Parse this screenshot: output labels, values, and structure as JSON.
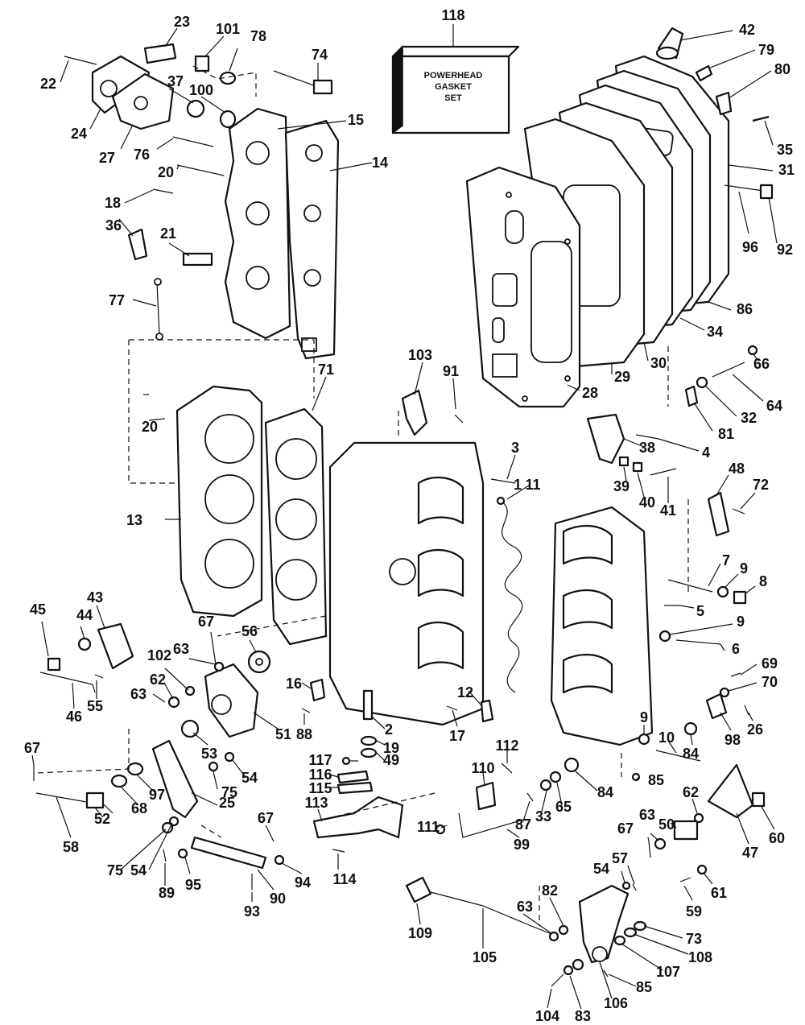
{
  "gasket_box": {
    "lines": [
      "POWERHEAD",
      "GASKET",
      "SET"
    ]
  },
  "callouts": [
    {
      "id": "118",
      "text": "118"
    },
    {
      "id": "42",
      "text": "42"
    },
    {
      "id": "79",
      "text": "79"
    },
    {
      "id": "80",
      "text": "80"
    },
    {
      "id": "35",
      "text": "35"
    },
    {
      "id": "31",
      "text": "31"
    },
    {
      "id": "96",
      "text": "96"
    },
    {
      "id": "92",
      "text": "92"
    },
    {
      "id": "86",
      "text": "86"
    },
    {
      "id": "34",
      "text": "34"
    },
    {
      "id": "30",
      "text": "30"
    },
    {
      "id": "29",
      "text": "29"
    },
    {
      "id": "28",
      "text": "28"
    },
    {
      "id": "66",
      "text": "66"
    },
    {
      "id": "64",
      "text": "64"
    },
    {
      "id": "32",
      "text": "32"
    },
    {
      "id": "81",
      "text": "81"
    },
    {
      "id": "23",
      "text": "23"
    },
    {
      "id": "101",
      "text": "101"
    },
    {
      "id": "78",
      "text": "78"
    },
    {
      "id": "74",
      "text": "74"
    },
    {
      "id": "22",
      "text": "22"
    },
    {
      "id": "37",
      "text": "37"
    },
    {
      "id": "100",
      "text": "100"
    },
    {
      "id": "15",
      "text": "15"
    },
    {
      "id": "24",
      "text": "24"
    },
    {
      "id": "27",
      "text": "27"
    },
    {
      "id": "76",
      "text": "76"
    },
    {
      "id": "20a",
      "text": "20"
    },
    {
      "id": "14",
      "text": "14"
    },
    {
      "id": "18",
      "text": "18"
    },
    {
      "id": "36",
      "text": "36"
    },
    {
      "id": "21",
      "text": "21"
    },
    {
      "id": "77",
      "text": "77"
    },
    {
      "id": "103",
      "text": "103"
    },
    {
      "id": "91",
      "text": "91"
    },
    {
      "id": "71",
      "text": "71"
    },
    {
      "id": "20b",
      "text": "20"
    },
    {
      "id": "3",
      "text": "3"
    },
    {
      "id": "11",
      "text": "11"
    },
    {
      "id": "1",
      "text": "1"
    },
    {
      "id": "38",
      "text": "38"
    },
    {
      "id": "4",
      "text": "4"
    },
    {
      "id": "39",
      "text": "39"
    },
    {
      "id": "40",
      "text": "40"
    },
    {
      "id": "41",
      "text": "41"
    },
    {
      "id": "48",
      "text": "48"
    },
    {
      "id": "72",
      "text": "72"
    },
    {
      "id": "13",
      "text": "13"
    },
    {
      "id": "7",
      "text": "7"
    },
    {
      "id": "9a",
      "text": "9"
    },
    {
      "id": "8",
      "text": "8"
    },
    {
      "id": "5",
      "text": "5"
    },
    {
      "id": "9b",
      "text": "9"
    },
    {
      "id": "6",
      "text": "6"
    },
    {
      "id": "43",
      "text": "43"
    },
    {
      "id": "45",
      "text": "45"
    },
    {
      "id": "44",
      "text": "44"
    },
    {
      "id": "67a",
      "text": "67"
    },
    {
      "id": "63a",
      "text": "63"
    },
    {
      "id": "56",
      "text": "56"
    },
    {
      "id": "102",
      "text": "102"
    },
    {
      "id": "62a",
      "text": "62"
    },
    {
      "id": "63b",
      "text": "63"
    },
    {
      "id": "55",
      "text": "55"
    },
    {
      "id": "46",
      "text": "46"
    },
    {
      "id": "16",
      "text": "16"
    },
    {
      "id": "12",
      "text": "12"
    },
    {
      "id": "69",
      "text": "69"
    },
    {
      "id": "70",
      "text": "70"
    },
    {
      "id": "88",
      "text": "88"
    },
    {
      "id": "51",
      "text": "51"
    },
    {
      "id": "2",
      "text": "2"
    },
    {
      "id": "17",
      "text": "17"
    },
    {
      "id": "19",
      "text": "19"
    },
    {
      "id": "49",
      "text": "49"
    },
    {
      "id": "98",
      "text": "98"
    },
    {
      "id": "26",
      "text": "26"
    },
    {
      "id": "9c",
      "text": "9"
    },
    {
      "id": "84a",
      "text": "84"
    },
    {
      "id": "10",
      "text": "10"
    },
    {
      "id": "67b",
      "text": "67"
    },
    {
      "id": "53",
      "text": "53"
    },
    {
      "id": "54a",
      "text": "54"
    },
    {
      "id": "117",
      "text": "117"
    },
    {
      "id": "116",
      "text": "116"
    },
    {
      "id": "115",
      "text": "115"
    },
    {
      "id": "112",
      "text": "112"
    },
    {
      "id": "110",
      "text": "110"
    },
    {
      "id": "85a",
      "text": "85"
    },
    {
      "id": "75a",
      "text": "75"
    },
    {
      "id": "97",
      "text": "97"
    },
    {
      "id": "68",
      "text": "68"
    },
    {
      "id": "52",
      "text": "52"
    },
    {
      "id": "25",
      "text": "25"
    },
    {
      "id": "84b",
      "text": "84"
    },
    {
      "id": "65",
      "text": "65"
    },
    {
      "id": "33",
      "text": "33"
    },
    {
      "id": "87",
      "text": "87"
    },
    {
      "id": "62b",
      "text": "62"
    },
    {
      "id": "50",
      "text": "50"
    },
    {
      "id": "60",
      "text": "60"
    },
    {
      "id": "113",
      "text": "113"
    },
    {
      "id": "111",
      "text": "111"
    },
    {
      "id": "58",
      "text": "58"
    },
    {
      "id": "67c",
      "text": "67"
    },
    {
      "id": "99",
      "text": "99"
    },
    {
      "id": "63c",
      "text": "63"
    },
    {
      "id": "67d",
      "text": "67"
    },
    {
      "id": "47",
      "text": "47"
    },
    {
      "id": "75b",
      "text": "75"
    },
    {
      "id": "54b",
      "text": "54"
    },
    {
      "id": "114",
      "text": "114"
    },
    {
      "id": "89",
      "text": "89"
    },
    {
      "id": "95",
      "text": "95"
    },
    {
      "id": "94",
      "text": "94"
    },
    {
      "id": "90",
      "text": "90"
    },
    {
      "id": "93",
      "text": "93"
    },
    {
      "id": "54c",
      "text": "54"
    },
    {
      "id": "57",
      "text": "57"
    },
    {
      "id": "59",
      "text": "59"
    },
    {
      "id": "61",
      "text": "61"
    },
    {
      "id": "82",
      "text": "82"
    },
    {
      "id": "63d",
      "text": "63"
    },
    {
      "id": "109",
      "text": "109"
    },
    {
      "id": "73",
      "text": "73"
    },
    {
      "id": "108",
      "text": "108"
    },
    {
      "id": "105",
      "text": "105"
    },
    {
      "id": "107",
      "text": "107"
    },
    {
      "id": "85b",
      "text": "85"
    },
    {
      "id": "106",
      "text": "106"
    },
    {
      "id": "104",
      "text": "104"
    },
    {
      "id": "83",
      "text": "83"
    }
  ]
}
